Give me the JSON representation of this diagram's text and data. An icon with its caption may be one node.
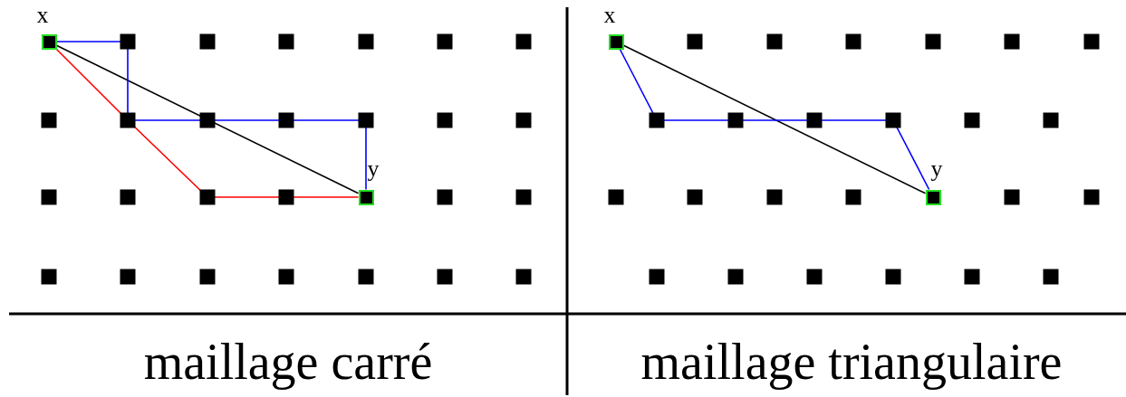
{
  "diagram": {
    "nodes": [
      {
        "text": [
          "x"
        ]
      },
      {
        "text": [
          "y"
        ]
      },
      {
        "text": [
          "x"
        ]
      },
      {
        "text": [
          "y"
        ]
      }
    ],
    "edges": [
      {
        "from": 0,
        "to": 1,
        "arrow": "none"
      },
      {
        "from": 0,
        "to": 1,
        "arrow": "none",
        "color": "#ff0000"
      },
      {
        "from": 0,
        "to": 1,
        "arrow": "none",
        "color": "#0000ff"
      },
      {
        "from": 2,
        "to": 3,
        "arrow": "none"
      },
      {
        "from": 2,
        "to": 3,
        "arrow": "none",
        "color": "#0000ff"
      }
    ],
    "labels": [
      "maillage carré",
      "maillage triangulaire"
    ]
  }
}
